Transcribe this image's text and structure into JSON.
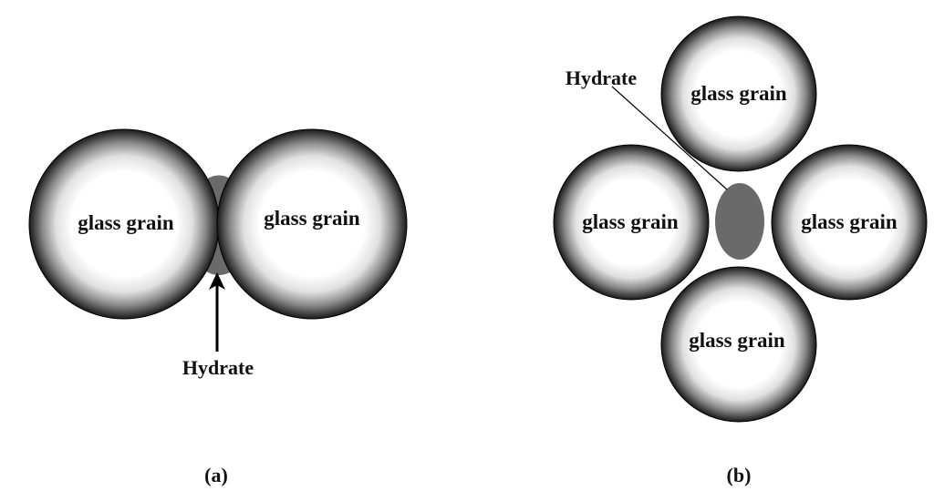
{
  "panel_a": {
    "caption": "(a)",
    "grains": [
      {
        "label": "glass grain"
      },
      {
        "label": "glass grain"
      }
    ],
    "hydrate_label": "Hydrate"
  },
  "panel_b": {
    "caption": "(b)",
    "grains": [
      {
        "label": "glass grain"
      },
      {
        "label": "glass grain"
      },
      {
        "label": "glass grain"
      },
      {
        "label": "glass grain"
      }
    ],
    "hydrate_label": "Hydrate"
  },
  "colors": {
    "grain_center": "#ffffff",
    "grain_edge": "#1a1a1a",
    "hydrate": "#6a6a6a",
    "outline": "#000000",
    "text": "#111111"
  }
}
